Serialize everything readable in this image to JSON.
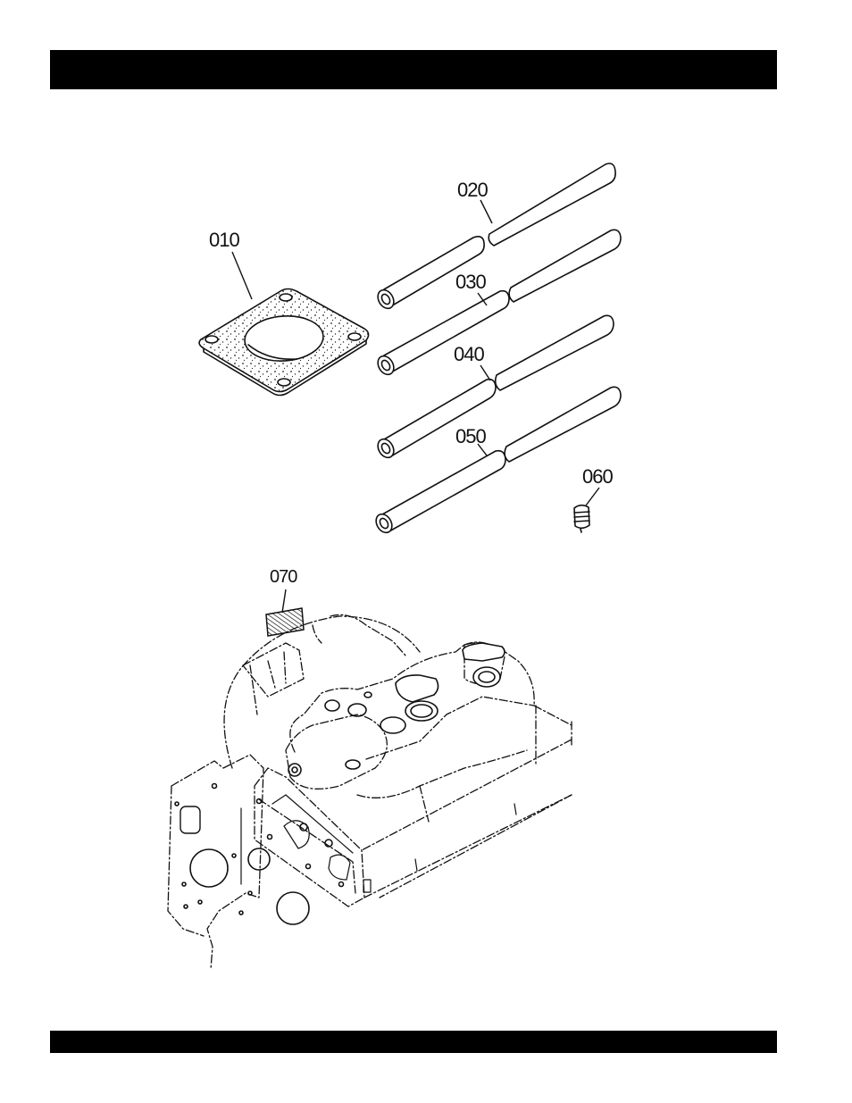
{
  "callouts": {
    "c010": "010",
    "c020": "020",
    "c030": "030",
    "c040": "040",
    "c050": "050",
    "c060": "060",
    "c070": "070"
  },
  "colors": {
    "bar": "#000000",
    "ink": "#111111",
    "background": "#ffffff"
  }
}
